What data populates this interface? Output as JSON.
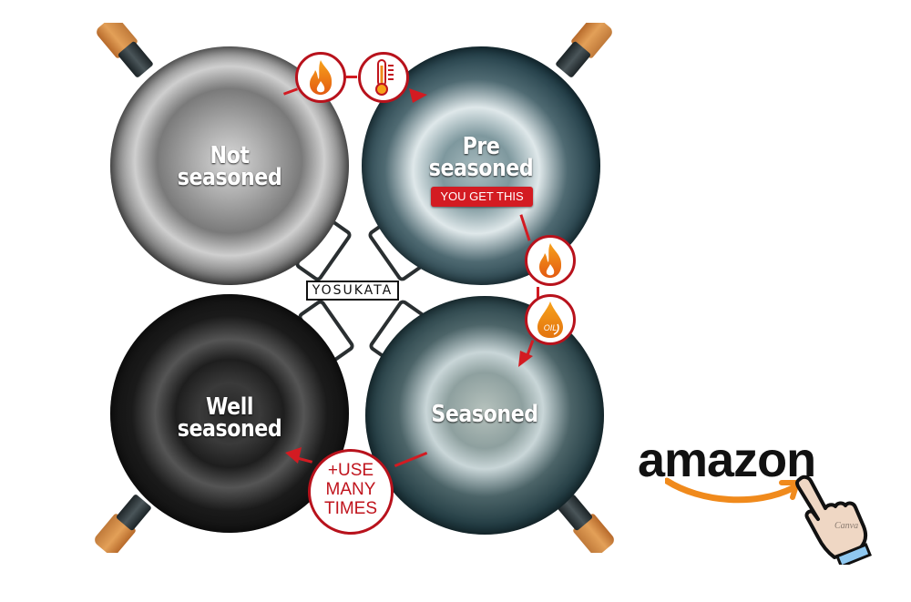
{
  "infographic": {
    "brand": "YOSUKATA",
    "pans": [
      {
        "id": "not-seasoned",
        "label_line1": "Not",
        "label_line2": "seasoned",
        "color_tone": "#8a8a8a"
      },
      {
        "id": "pre-seasoned",
        "label_line1": "Pre",
        "label_line2": "seasoned",
        "badge": "YOU GET THIS",
        "badge_color": "#d31b22",
        "color_tone": "#1e3a44"
      },
      {
        "id": "seasoned",
        "label_line1": "Seasoned",
        "color_tone": "#213b42"
      },
      {
        "id": "well-seasoned",
        "label_line1": "Well",
        "label_line2": "seasoned",
        "color_tone": "#1a1a1a"
      }
    ],
    "steps": {
      "step1_icons": [
        "fire-icon",
        "thermometer-icon"
      ],
      "step2_icons": [
        "fire-icon",
        "oil-drop-icon"
      ],
      "oil_label": "OIL",
      "step3_line1": "+USE",
      "step3_line2": "MANY",
      "step3_line3": "TIMES"
    },
    "accent_color": "#c0141d"
  },
  "amazon": {
    "wordmark": "amazon",
    "smile_color": "#f08a1c",
    "watermark": "Canva"
  }
}
